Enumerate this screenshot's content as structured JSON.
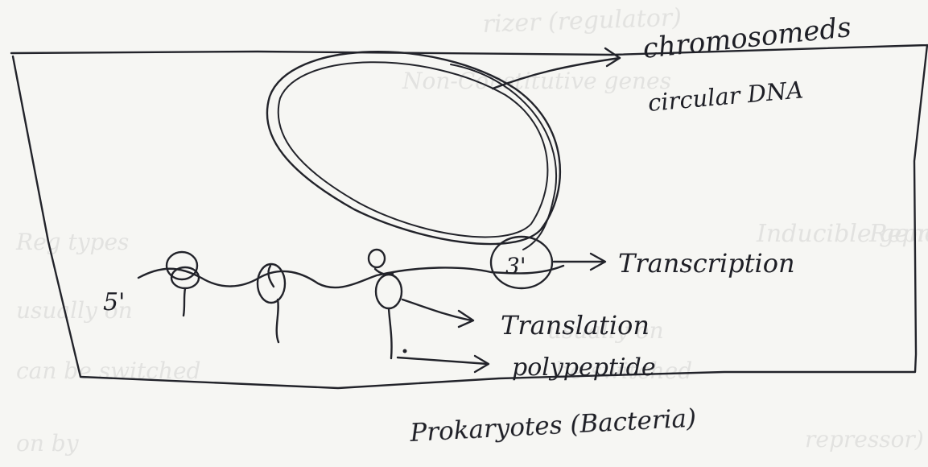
{
  "labels": {
    "chromosome_line1": "chromosomeds",
    "chromosome_line2": "circular DNA",
    "five_prime": "5'",
    "three_prime": "3'",
    "transcription": "Transcription",
    "translation": "Translation",
    "polypeptide": "polypeptide",
    "caption": "Prokaryotes (Bacteria)"
  },
  "colors": {
    "ink": "#22232a",
    "paper": "#f6f6f3",
    "bleed_through": "#d2d2d0"
  }
}
